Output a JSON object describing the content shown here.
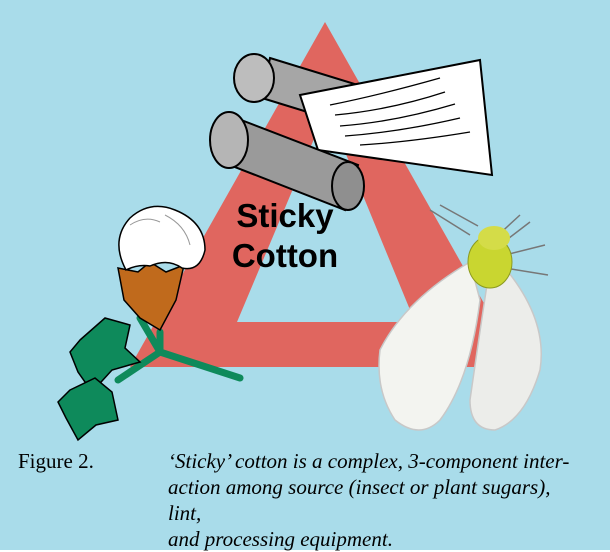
{
  "figure": {
    "center_label_line1": "Sticky",
    "center_label_line2": "Cotton",
    "caption_lead": "Figure 2.",
    "caption_line1": "‘Sticky’ cotton is a complex, 3-component inter-",
    "caption_line2": "action among source (insect or plant sugars), lint,",
    "caption_line3": "and processing equipment."
  },
  "colors": {
    "background": "#a9dcea",
    "triangle": "#e0665f",
    "roller": "#a6a6a6",
    "boll": "#c06a1c",
    "leaf": "#0e8a5b",
    "insect_body": "#c9d630"
  },
  "icons": [
    "triangle-icon",
    "roller-icon",
    "cotton-boll-icon",
    "whitefly-icon"
  ]
}
